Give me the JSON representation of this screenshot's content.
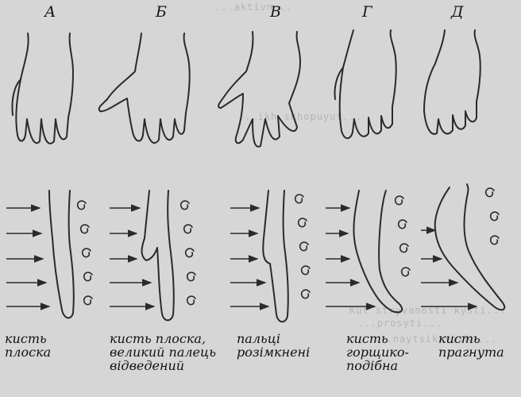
{
  "columns": [
    {
      "letter": "А",
      "caption": [
        "кисть",
        "плоска"
      ]
    },
    {
      "letter": "Б",
      "caption": [
        "кисть плоска,",
        "великий палець",
        "відведений"
      ]
    },
    {
      "letter": "В",
      "caption": [
        "пальці",
        "розімкнені"
      ]
    },
    {
      "letter": "Г",
      "caption": [
        "кисть",
        "горщико-",
        "подібна"
      ]
    },
    {
      "letter": "Д",
      "caption": [
        "кисть",
        "прагнута"
      ]
    }
  ],
  "bleed_through": [
    "...aktivn...",
    "...ikh skhopuyut...",
    "Kut stryvanosti kysti...",
    "...prosyti...",
    "...naytsikavisha..."
  ]
}
